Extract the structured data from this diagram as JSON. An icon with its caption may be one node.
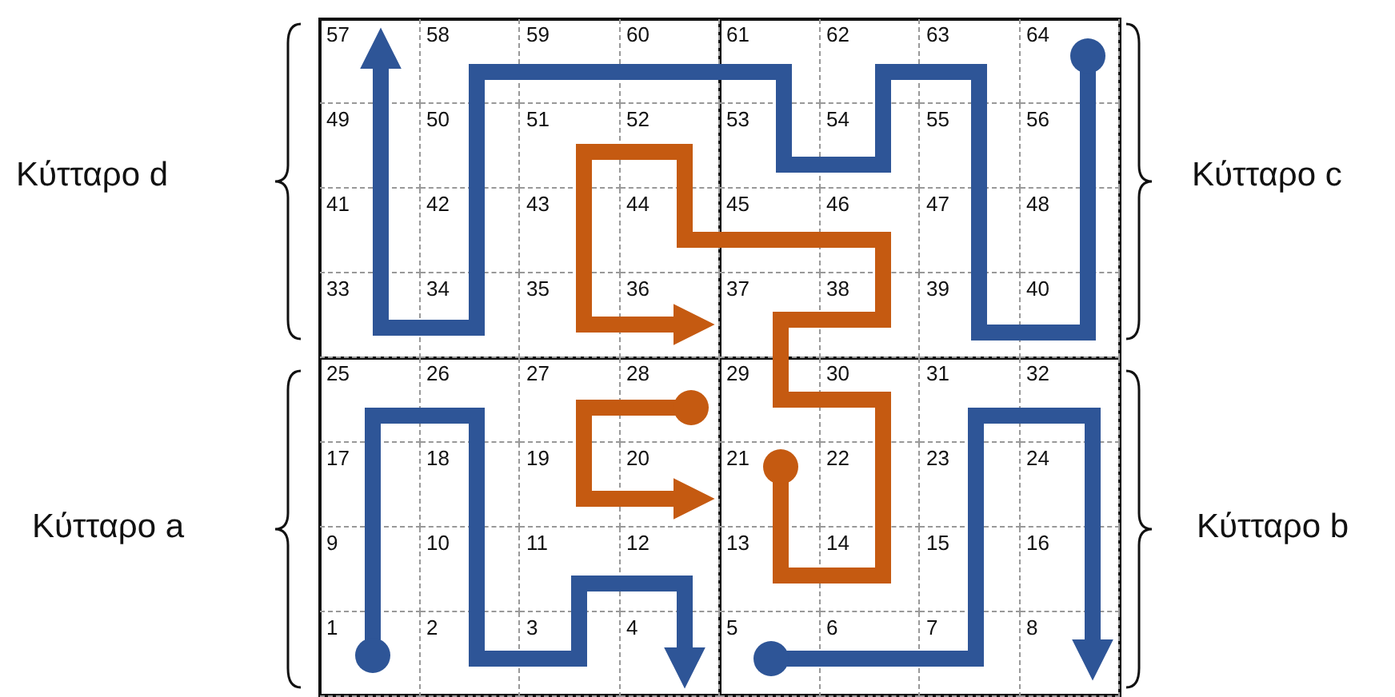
{
  "diagram": {
    "labels": [
      "57",
      "58",
      "59",
      "60",
      "61",
      "62",
      "63",
      "64",
      "49",
      "50",
      "51",
      "52",
      "53",
      "54",
      "55",
      "56",
      "41",
      "42",
      "43",
      "44",
      "45",
      "46",
      "47",
      "48",
      "33",
      "34",
      "35",
      "36",
      "37",
      "38",
      "39",
      "40",
      "25",
      "26",
      "27",
      "28",
      "29",
      "30",
      "31",
      "32",
      "17",
      "18",
      "19",
      "20",
      "21",
      "22",
      "23",
      "24",
      "9",
      "10",
      "11",
      "12",
      "13",
      "14",
      "15",
      "16",
      "1",
      "2",
      "3",
      "4",
      "5",
      "6",
      "7",
      "8",
      "Κύτταρο d",
      "Κύτταρο c",
      "Κύτταρο a",
      "Κύτταρο b"
    ]
  }
}
